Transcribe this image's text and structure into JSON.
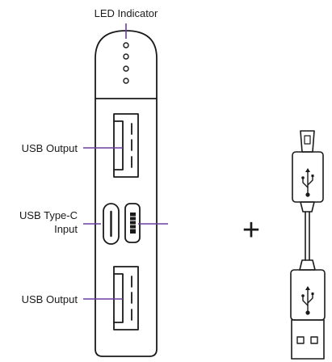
{
  "labels": {
    "led": "LED Indicator",
    "usb_output_top": "USB Output",
    "usb_typec_line1": "USB Type-C",
    "usb_typec_line2": "Input",
    "usb_output_bottom": "USB Output"
  },
  "plus_sign": "+",
  "colors": {
    "outline": "#1a1a1a",
    "leader": "#6b3fa0",
    "background": "#ffffff"
  },
  "icons": [
    "led-dot-icon",
    "usb-a-port-icon",
    "usb-c-port-icon",
    "micro-usb-port-icon",
    "usb-symbol-icon",
    "usb-cable-icon"
  ]
}
